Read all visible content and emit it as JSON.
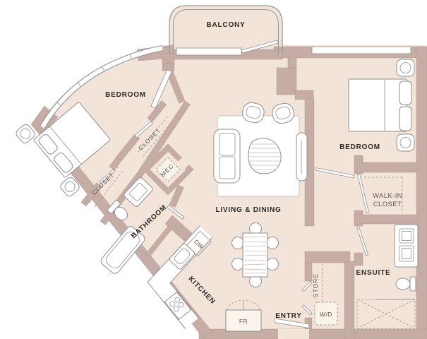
{
  "rooms": {
    "balcony": "BALCONY",
    "bedroom_left": "BEDROOM",
    "bedroom_right": "BEDROOM",
    "living_dining": "LIVING & DINING",
    "bathroom": "BATHROOM",
    "kitchen": "KITCHEN",
    "entry": "ENTRY",
    "ensuite": "ENSUITE",
    "walk_in_closet_line1": "WALK-IN",
    "walk_in_closet_line2": "CLOSET",
    "closet_upper": "CLOSET",
    "closet_lower": "CLOSET",
    "mec": "MEC",
    "store": "STORE"
  },
  "appliances": {
    "washer_dryer": "W/D",
    "dishwasher": "DW",
    "fridge": "FR"
  },
  "colors": {
    "wall": "#c5ada6",
    "wall_edge": "#b29a93",
    "floor": "#f3e4d9",
    "line": "#8f8f8f",
    "window_line": "#9a9a9a",
    "dash": "#b9a49c",
    "grain": "#c3bcb5",
    "fixture_fill": "#faf3ea",
    "label_dark": "#2f2b28",
    "label_muted": "#5d564f"
  }
}
